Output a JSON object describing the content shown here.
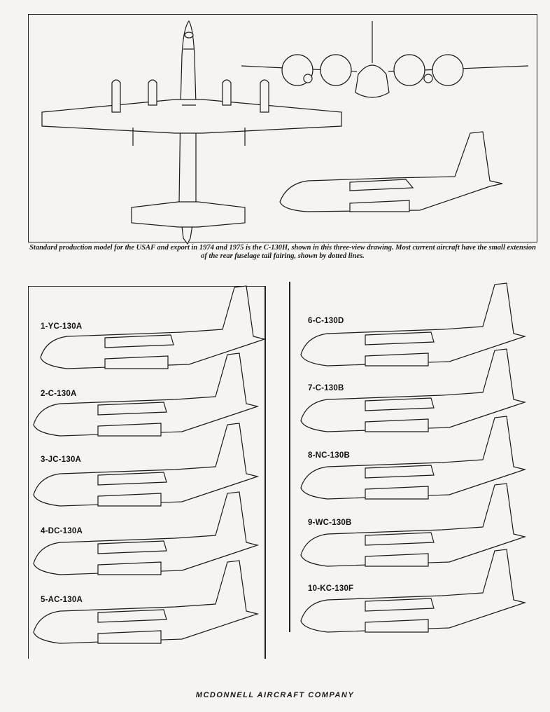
{
  "caption": "Standard production model for the USAF and export in 1974 and 1975 is the C-130H, shown in this three-view drawing. Most current aircraft have the small extension of the rear fuselage tail fairing, shown by dotted lines.",
  "variants_left": [
    {
      "label": "1-YC-130A"
    },
    {
      "label": "2-C-130A"
    },
    {
      "label": "3-JC-130A"
    },
    {
      "label": "4-DC-130A"
    },
    {
      "label": "5-AC-130A"
    }
  ],
  "variants_right": [
    {
      "label": "6-C-130D"
    },
    {
      "label": "7-C-130B"
    },
    {
      "label": "8-NC-130B"
    },
    {
      "label": "9-WC-130B"
    },
    {
      "label": "10-KC-130F"
    }
  ],
  "footer": "MCDONNELL AIRCRAFT COMPANY"
}
